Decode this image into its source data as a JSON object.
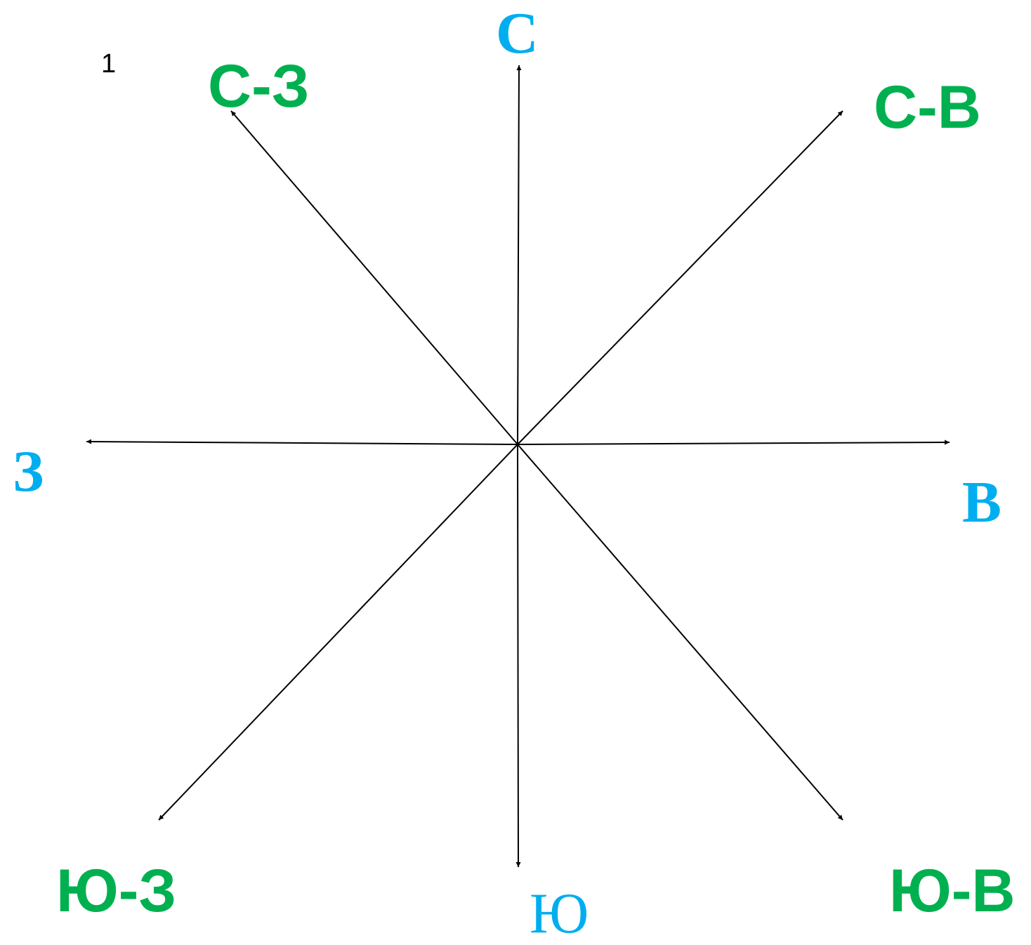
{
  "slide_number": "1",
  "colors": {
    "cardinal": "#00AEEF",
    "intercardinal": "#00B050",
    "arrow": "#000000"
  },
  "labels": {
    "north": "С",
    "south": "Ю",
    "west": "З",
    "east": "В",
    "northwest": "С-З",
    "northeast": "С-В",
    "southwest": "Ю-З",
    "southeast": "Ю-В"
  }
}
